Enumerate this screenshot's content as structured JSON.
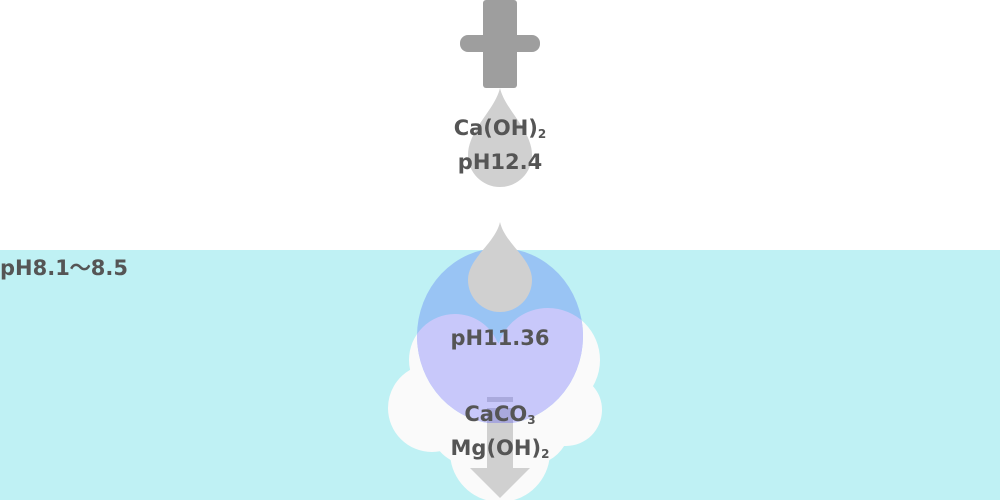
{
  "colors": {
    "water": "#bff1f4",
    "pipe": "#9e9e9e",
    "drop": "#d0d0d0",
    "text": "#555555",
    "reaction_blue": "#99c4f4",
    "reaction_lavender": "#c8c8fa",
    "precipitate": "#fafafa"
  },
  "seawater": {
    "label": "pH8.1〜8.5"
  },
  "additive": {
    "name": "Ca(OH)",
    "subscript": "2",
    "ph": "pH12.4"
  },
  "reaction": {
    "ph": "pH11.36"
  },
  "precipitate": {
    "line1": "CaCO",
    "line1_sub": "3",
    "line2": "Mg(OH)",
    "line2_sub": "2"
  }
}
